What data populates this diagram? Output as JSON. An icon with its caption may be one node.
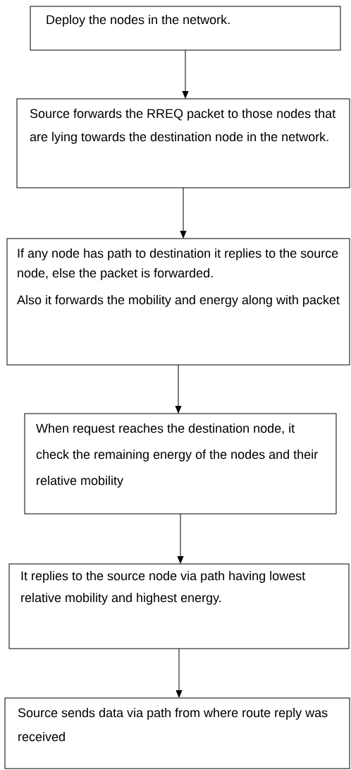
{
  "diagram": {
    "nodes": [
      {
        "text": [
          "Deploy the nodes in the network."
        ]
      },
      {
        "text": [
          "Source forwards the RREQ packet to those nodes that are lying towards the destination node in the network."
        ]
      },
      {
        "text": [
          "If any node has path to destination it replies to the source node, else the packet is forwarded.",
          "Also it forwards the mobility and energy along with packet"
        ]
      },
      {
        "text": [
          "When request reaches the destination node, it check the remaining energy of the nodes and their relative mobility"
        ]
      },
      {
        "text": [
          "It replies to the source node via path having lowest relative mobility and highest energy."
        ]
      },
      {
        "text": [
          "Source sends data via path from where route reply was received"
        ]
      }
    ],
    "edges": [
      {
        "from": 0,
        "to": 1,
        "arrow": "to"
      },
      {
        "from": 1,
        "to": 2,
        "arrow": "to"
      },
      {
        "from": 2,
        "to": 3,
        "arrow": "to"
      },
      {
        "from": 3,
        "to": 4,
        "arrow": "to"
      },
      {
        "from": 4,
        "to": 5,
        "arrow": "to"
      }
    ]
  }
}
